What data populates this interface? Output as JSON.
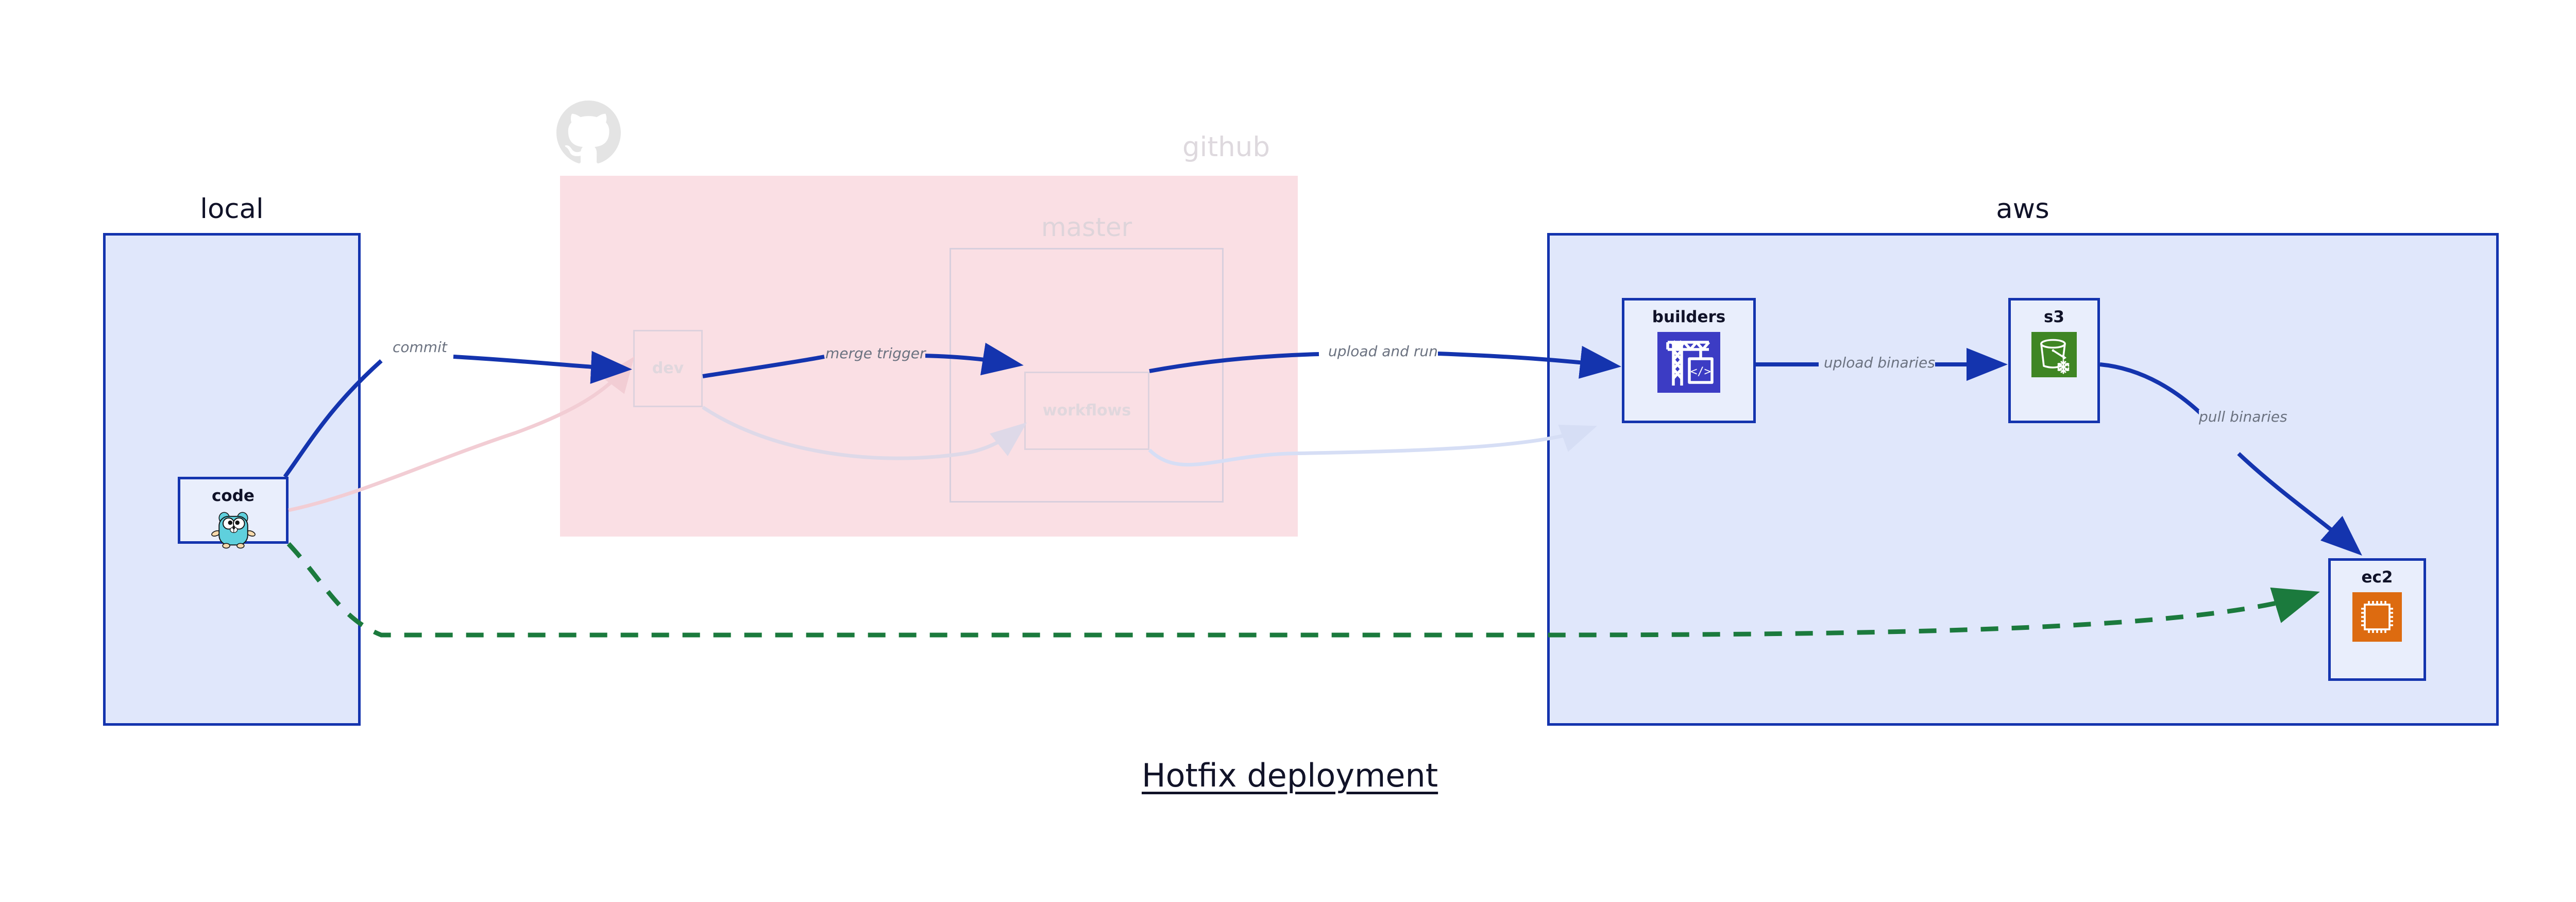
{
  "diagram": {
    "title": "Hotfix deployment",
    "colors": {
      "cluster_border_blue": "#1434ae",
      "cluster_fill_blue": "#e0e7fb",
      "cluster_fill_pink": "#fadfe4",
      "node_fill": "#e9eefc",
      "edge_blue": "#1434ae",
      "edge_green": "#1b7a3d",
      "edge_label_gray": "#6b7280",
      "title_color": "#101228",
      "dim_color": "#ded9de",
      "aws_orange": "#dd6b10",
      "aws_green": "#3f8624",
      "aws_indigo": "#3c3cc4",
      "gopher_cyan": "#5fd0dd"
    }
  },
  "clusters": [
    {
      "id": "local",
      "label": "local",
      "dim": false,
      "nodes": [
        {
          "id": "code",
          "label": "code",
          "icon": "go-gopher-icon"
        }
      ]
    },
    {
      "id": "github",
      "label": "github",
      "dim": true,
      "logo": "github-octocat-icon",
      "nodes": [
        {
          "id": "dev",
          "label": "dev",
          "icon": "none"
        }
      ],
      "subclusters": [
        {
          "id": "master",
          "label": "master",
          "dim": true,
          "nodes": [
            {
              "id": "workflows",
              "label": "workflows",
              "icon": "none"
            }
          ]
        }
      ]
    },
    {
      "id": "aws",
      "label": "aws",
      "dim": false,
      "nodes": [
        {
          "id": "builders",
          "label": "builders",
          "icon": "aws-codebuild-crane-icon"
        },
        {
          "id": "s3",
          "label": "s3",
          "icon": "aws-s3-glacier-bucket-icon"
        },
        {
          "id": "ec2",
          "label": "ec2",
          "icon": "aws-ec2-chip-icon"
        }
      ]
    }
  ],
  "edges": [
    {
      "id": "code-to-dev",
      "from": "code",
      "to": "dev",
      "label": "commit",
      "style": "solid",
      "color": "#1434ae",
      "dim": false
    },
    {
      "id": "dev-to-workflows",
      "from": "dev",
      "to": "workflows",
      "label": "merge trigger",
      "style": "solid",
      "color": "#1434ae",
      "dim": false
    },
    {
      "id": "workflows-to-builders",
      "from": "workflows",
      "to": "builders",
      "label": "upload and run",
      "style": "solid",
      "color": "#1434ae",
      "dim": false
    },
    {
      "id": "builders-to-s3",
      "from": "builders",
      "to": "s3",
      "label": "upload binaries",
      "style": "solid",
      "color": "#1434ae",
      "dim": false
    },
    {
      "id": "s3-to-ec2",
      "from": "s3",
      "to": "ec2",
      "label": "pull binaries",
      "style": "solid",
      "color": "#1434ae",
      "dim": false
    },
    {
      "id": "code-to-ec2",
      "from": "code",
      "to": "ec2",
      "label": "",
      "style": "dashed",
      "color": "#1b7a3d",
      "dim": false
    },
    {
      "id": "code-to-dev-ghost",
      "from": "code",
      "to": "dev",
      "label": "",
      "style": "solid",
      "color": "#f4d3d8",
      "dim": true
    },
    {
      "id": "dev-to-workflows-ghost",
      "from": "dev",
      "to": "workflows",
      "label": "",
      "style": "solid",
      "color": "#ded9e8",
      "dim": true
    },
    {
      "id": "workflows-to-builders-ghost",
      "from": "workflows",
      "to": "builders",
      "label": "",
      "style": "solid",
      "color": "#dde3f4",
      "dim": true
    }
  ]
}
